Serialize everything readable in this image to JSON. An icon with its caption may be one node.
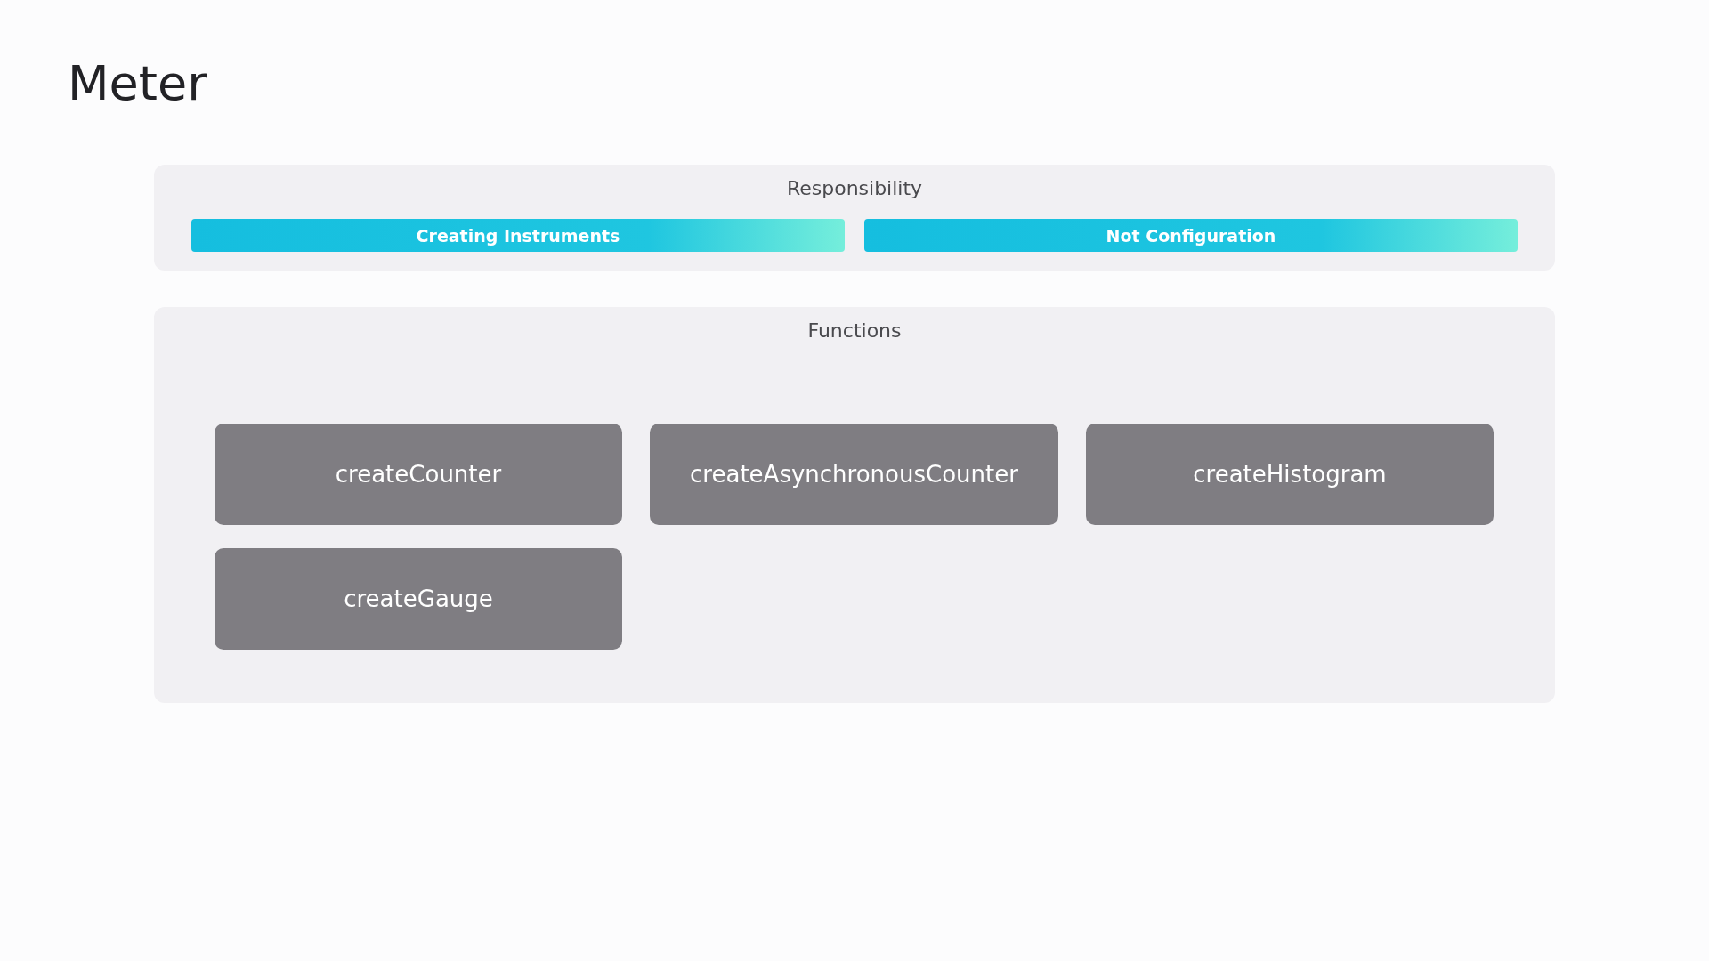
{
  "diagram": {
    "title": "Meter",
    "nodes": [
      {
        "text": [
          "Responsibility"
        ]
      },
      {
        "text": [
          "Creating Instruments"
        ],
        "in": 0
      },
      {
        "text": [
          "Not Configuration"
        ],
        "in": 0
      },
      {
        "text": [
          "Functions"
        ]
      },
      {
        "text": [
          "createCounter"
        ],
        "in": 3
      },
      {
        "text": [
          "createAsynchronousCounter"
        ],
        "in": 3
      },
      {
        "text": [
          "createHistogram"
        ],
        "in": 3
      },
      {
        "text": [
          "createGauge"
        ],
        "in": 3
      }
    ]
  }
}
